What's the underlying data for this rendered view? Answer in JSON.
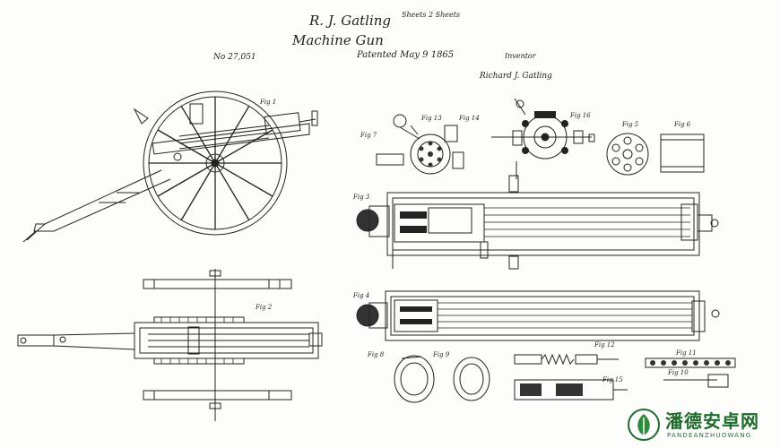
{
  "header": {
    "inventor_title": "R. J. Gatling",
    "sheets": "Sheets 2 Sheets",
    "subject": "Machine Gun",
    "number": "No 27,051",
    "patented": "Patented May 9 1865",
    "inventor_label": "Inventor",
    "signature": "Richard J. Gatling"
  },
  "figure_labels": {
    "fig1": "Fig 1",
    "fig2": "Fig 2",
    "fig3": "Fig 3",
    "fig4": "Fig 4",
    "fig5": "Fig 5",
    "fig6": "Fig 6",
    "fig7": "Fig 7",
    "fig8": "Fig 8",
    "fig9": "Fig 9",
    "fig10": "Fig 10",
    "fig11": "Fig 11",
    "fig12": "Fig 12",
    "fig13": "Fig 13",
    "fig14": "Fig 14",
    "fig15": "Fig 15",
    "fig_extra": "Fig 16"
  },
  "watermark": {
    "title": "潘德安卓网",
    "subtitle": "PANDEANZHUOWANG",
    "brand_color": "#1e6b2e"
  }
}
